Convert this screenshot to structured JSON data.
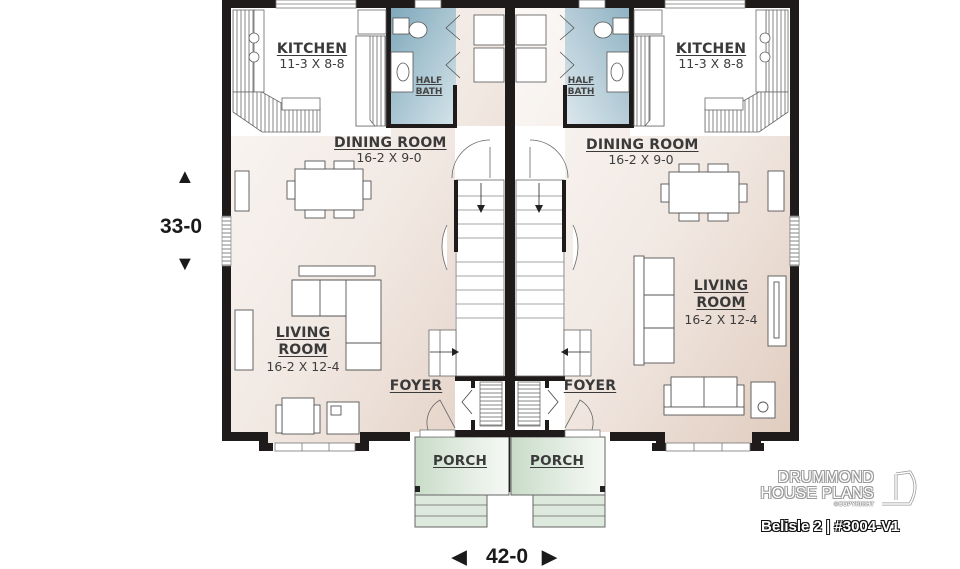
{
  "plan": {
    "title": "Belisle 2 | #3004-V1",
    "brand_line1": "DRUMMOND",
    "brand_line2": "HOUSE PLANS",
    "brand_copyright": "©COPYRIGHT",
    "overall_width": "42-0",
    "overall_depth": "33-0"
  },
  "colors": {
    "wall": "#1e1b1a",
    "living_fill_light": "#f7f3f0",
    "living_fill_dark": "#e4d3c8",
    "bath_fill": "#9fc1cf",
    "porch_fill": "#d8e6d7",
    "background": "#ffffff"
  },
  "units": [
    {
      "side": "left",
      "rooms": {
        "kitchen": {
          "name": "KITCHEN",
          "dims": "11-3 X 8-8"
        },
        "half_bath": {
          "name_line1": "HALF",
          "name_line2": "BATH"
        },
        "dining": {
          "name": "DINING ROOM",
          "dims": "16-2 X 9-0"
        },
        "living": {
          "name_line1": "LIVING",
          "name_line2": "ROOM",
          "dims": "16-2 X 12-4"
        },
        "foyer": {
          "name": "FOYER"
        },
        "porch": {
          "name": "PORCH"
        }
      }
    },
    {
      "side": "right",
      "rooms": {
        "kitchen": {
          "name": "KITCHEN",
          "dims": "11-3 X 8-8"
        },
        "half_bath": {
          "name_line1": "HALF",
          "name_line2": "BATH"
        },
        "dining": {
          "name": "DINING ROOM",
          "dims": "16-2 X 9-0"
        },
        "living": {
          "name_line1": "LIVING",
          "name_line2": "ROOM",
          "dims": "16-2 X 12-4"
        },
        "foyer": {
          "name": "FOYER"
        },
        "porch": {
          "name": "PORCH"
        }
      }
    }
  ],
  "icons": {
    "arrow_up": "▲",
    "arrow_down": "▼",
    "arrow_left": "◀",
    "arrow_right": "▶"
  }
}
